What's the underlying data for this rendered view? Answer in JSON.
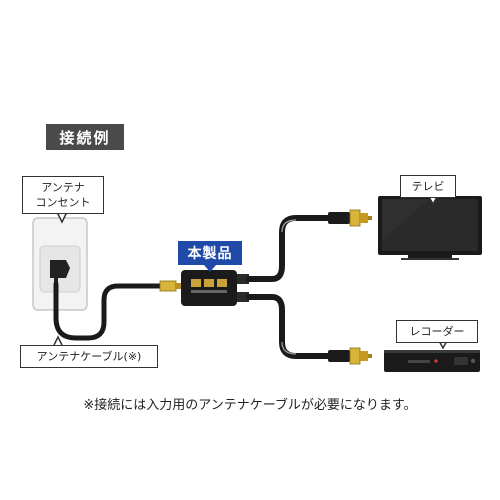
{
  "section_title": "接続例",
  "labels": {
    "outlet_line1": "アンテナ",
    "outlet_line2": "コンセント",
    "product": "本製品",
    "tv": "テレビ",
    "recorder": "レコーダー",
    "cable": "アンテナケーブル(※)"
  },
  "footnote": "※接続には入力用のアンテナケーブルが必要になります。",
  "icons": [
    "wall-outlet-icon",
    "splitter-icon",
    "tv-icon",
    "recorder-icon",
    "f-connector-icon"
  ],
  "colors": {
    "header_badge": "#4a4a4a",
    "product_badge": "#1f4aa8",
    "cable": "#1a1a1a",
    "connector_gold": "#d8b43a"
  }
}
